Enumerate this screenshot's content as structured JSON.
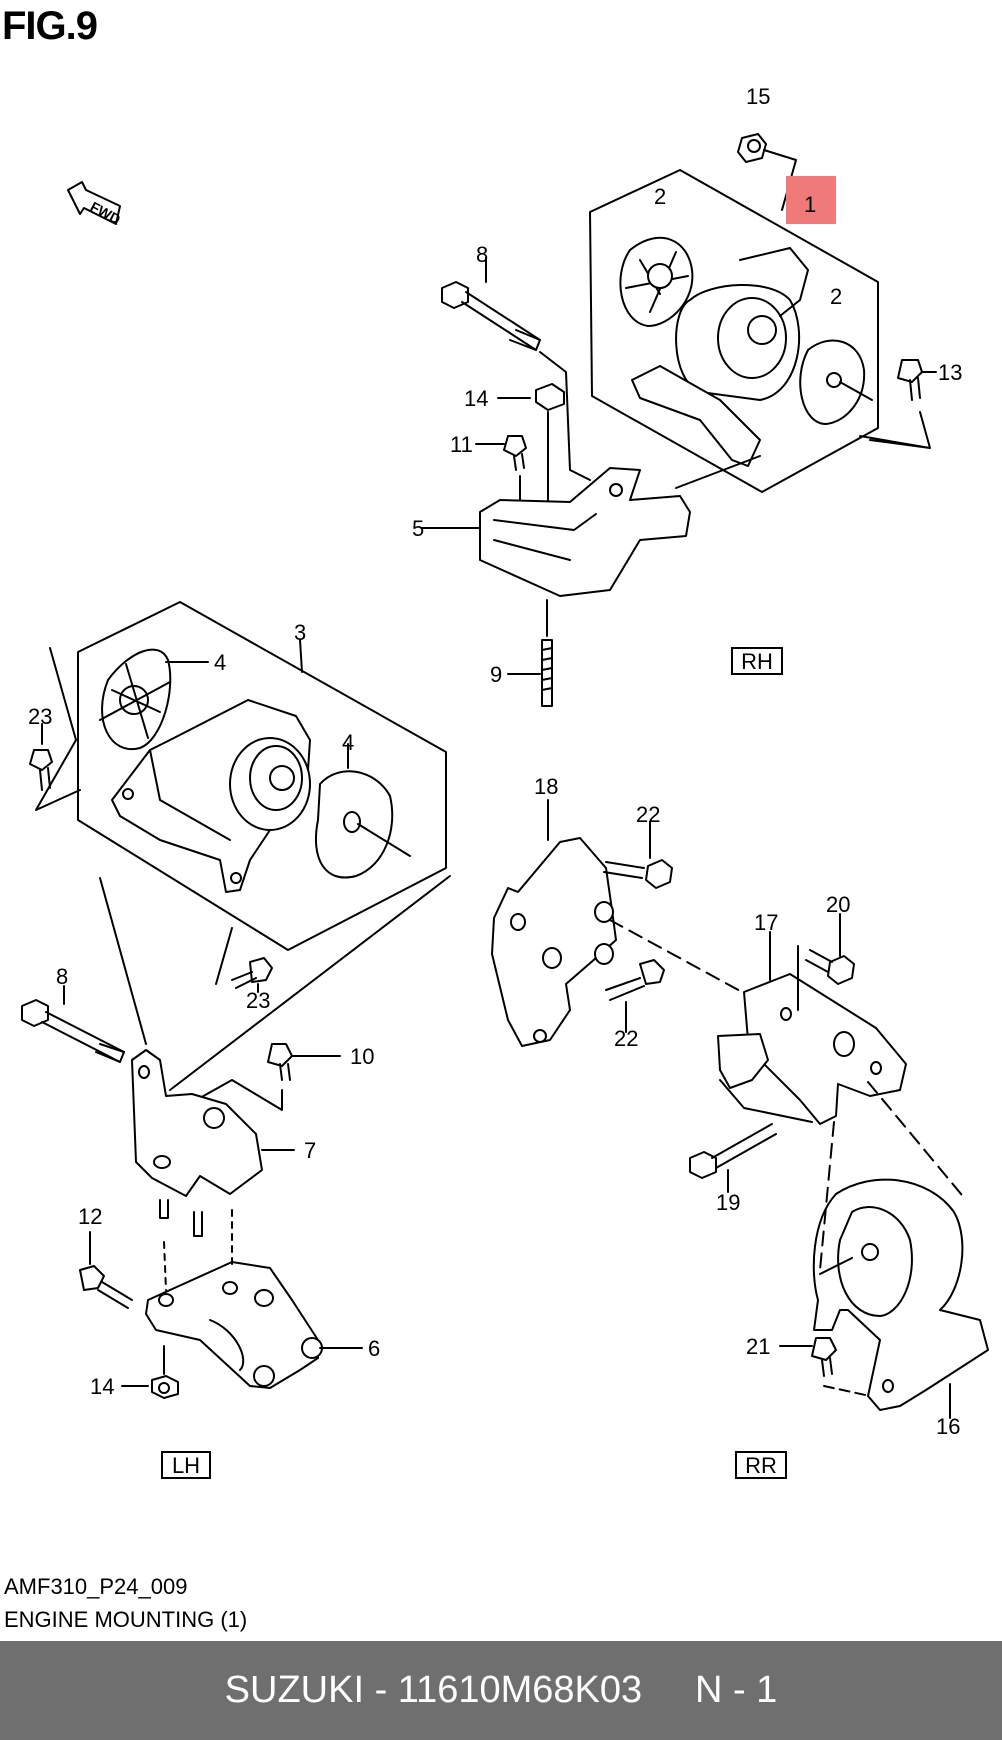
{
  "figure_title": "FIG.9",
  "direction_arrow_text": "FWD",
  "highlight_color": "#f07a7a",
  "callouts": {
    "c15": "15",
    "c1": "1",
    "c2a": "2",
    "c2b": "2",
    "c13": "13",
    "c8a": "8",
    "c14a": "14",
    "c11": "11",
    "c5": "5",
    "c9": "9",
    "c3": "3",
    "c4a": "4",
    "c4b": "4",
    "c23a": "23",
    "c23b": "23",
    "c8b": "8",
    "c10": "10",
    "c7": "7",
    "c12": "12",
    "c6": "6",
    "c14b": "14",
    "c18": "18",
    "c22a": "22",
    "c22b": "22",
    "c17": "17",
    "c20": "20",
    "c19": "19",
    "c21": "21",
    "c16": "16"
  },
  "section_labels": {
    "rh": "RH",
    "lh": "LH",
    "rr": "RR"
  },
  "drawing_code": "AMF310_P24_009",
  "caption": "ENGINE MOUNTING (1)",
  "footer": {
    "text": "SUZUKI - 11610M68K03     N - 1",
    "background": "#6f6f6f"
  }
}
